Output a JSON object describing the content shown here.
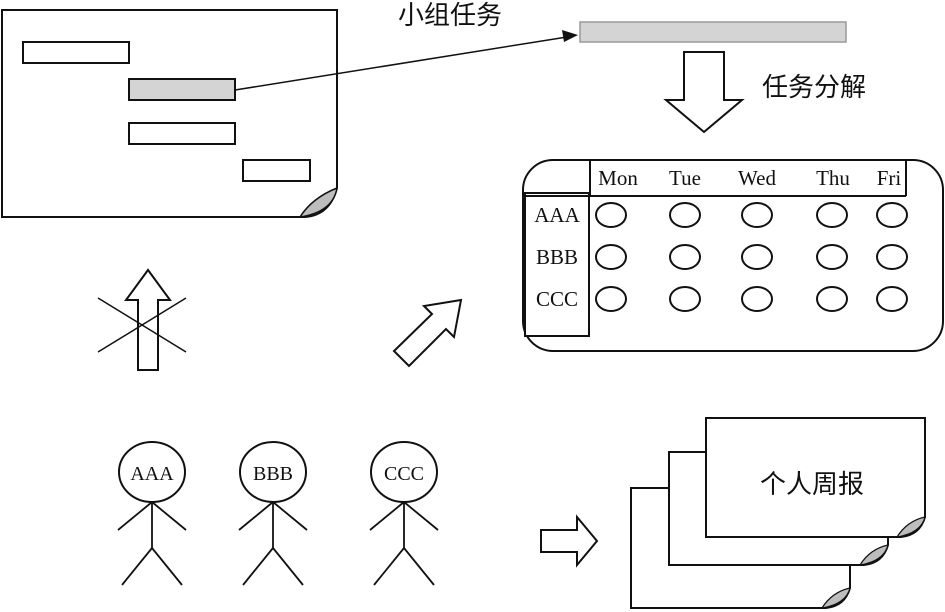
{
  "labels": {
    "group_task": "小组任务",
    "task_decomposition": "任务分解",
    "weekly_report": "个人周报"
  },
  "schedule": {
    "days": [
      "Mon",
      "Tue",
      "Wed",
      "Thu",
      "Fri"
    ],
    "members": [
      "AAA",
      "BBB",
      "CCC"
    ]
  },
  "people": [
    "AAA",
    "BBB",
    "CCC"
  ],
  "colors": {
    "stroke": "#111111",
    "highlight_fill": "#d4d4d4",
    "fold_fill": "#bdbdbd",
    "background": "#ffffff"
  }
}
